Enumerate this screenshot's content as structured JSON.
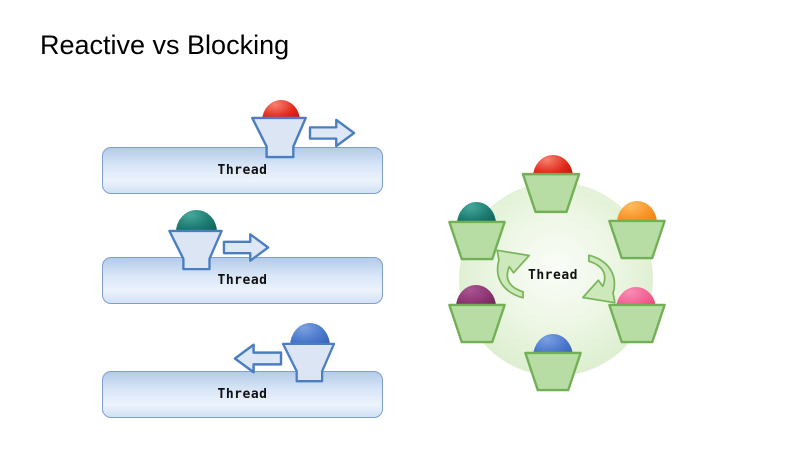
{
  "title": "Reactive vs Blocking",
  "blocking": {
    "rows": [
      {
        "label": "Thread",
        "ball": "red",
        "arrow": "right"
      },
      {
        "label": "Thread",
        "ball": "green",
        "arrow": "right"
      },
      {
        "label": "Thread",
        "ball": "blue",
        "arrow": "left"
      }
    ]
  },
  "reactive": {
    "label": "Thread",
    "balls": [
      "red",
      "teal",
      "orange",
      "purple",
      "pink",
      "blue"
    ]
  },
  "colors": {
    "bar_border": "#7e9fce",
    "funnel_fill": "#dbe5f4",
    "funnel_border": "#4a7ec0",
    "block_arrow_fill": "#dde7f6",
    "block_arrow_border": "#4a7ec0",
    "bucket_fill": "#b7dda4",
    "bucket_border": "#72b055",
    "curved_arrow_fill": "#cde8bb",
    "curved_arrow_border": "#7ab55c",
    "circle_fill": "#d8edca",
    "balls": {
      "red": {
        "light": "#f58170",
        "mid": "#e3291b",
        "dark": "#b01205"
      },
      "green": {
        "light": "#47a89a",
        "mid": "#1b7b71",
        "dark": "#0c5c54"
      },
      "teal": {
        "light": "#47a89a",
        "mid": "#1b7b71",
        "dark": "#0c5c54"
      },
      "orange": {
        "light": "#fdbd5e",
        "mid": "#f89328",
        "dark": "#ee7d0c"
      },
      "purple": {
        "light": "#aa5492",
        "mid": "#8c3571",
        "dark": "#672051"
      },
      "pink": {
        "light": "#f98cb4",
        "mid": "#f25f92",
        "dark": "#e23a72"
      },
      "blue": {
        "light": "#7aa0e0",
        "mid": "#4a77cb",
        "dark": "#2f5cb4"
      }
    }
  }
}
